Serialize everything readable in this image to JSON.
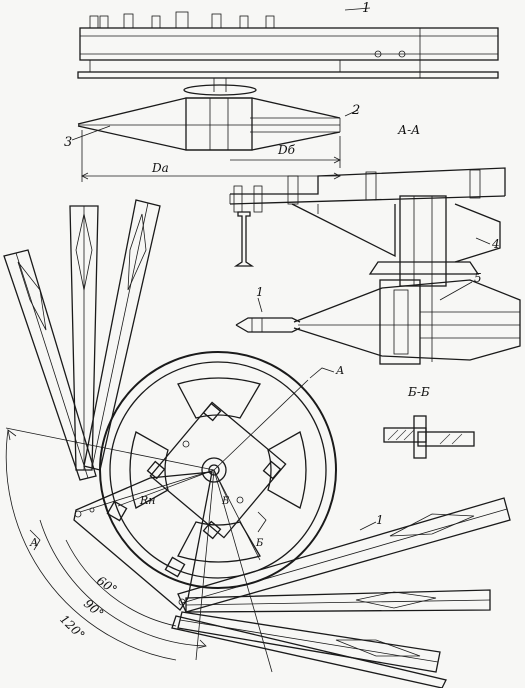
{
  "labels": {
    "part_1_top": "1",
    "part_2": "2",
    "part_3": "3",
    "section_aa": "А-А",
    "dim_db": "Dб",
    "dim_da": "Dа",
    "part_4": "4",
    "part_5": "5",
    "part_1_mid": "1",
    "section_bb": "Б-Б",
    "cut_a_top": "А",
    "cut_b_a": "Б",
    "cut_b_b": "Б",
    "radius_rh": "Rн",
    "cut_a_left": "А",
    "angle_60": "60°",
    "angle_90": "90°",
    "angle_120": "120°",
    "part_1_bottom": "1"
  },
  "colors": {
    "ink": "#1a1a1a",
    "paper": "#f7f7f5"
  }
}
